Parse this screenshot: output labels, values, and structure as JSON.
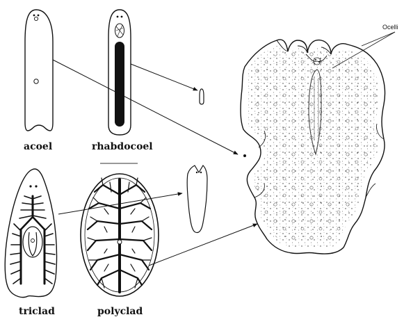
{
  "labels": {
    "acoel": "acoel",
    "rhabdocoel": "rhabdocoel",
    "triclad": "triclad",
    "polyclad": "polyclad",
    "ocelli": "Ocelli"
  },
  "colors": {
    "ink": "#111111",
    "background": "#ffffff"
  }
}
